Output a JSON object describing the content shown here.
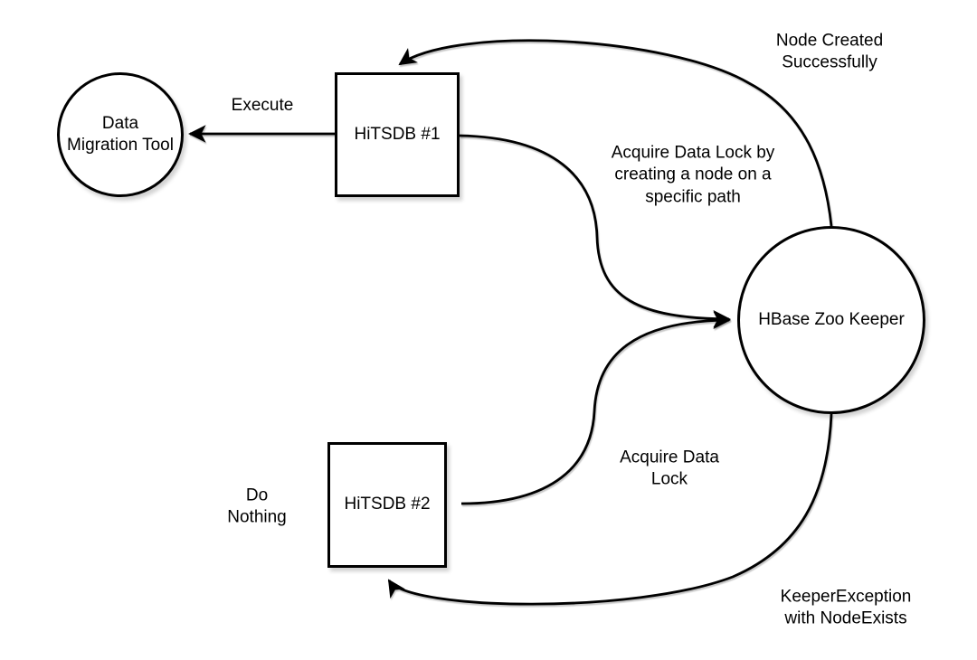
{
  "diagram": {
    "nodes": {
      "data_migration_tool": {
        "label": "Data\nMigration Tool",
        "shape": "circle"
      },
      "hitsdb_1": {
        "label": "HiTSDB #1",
        "shape": "rect"
      },
      "hbase_zookeeper": {
        "label": "HBase Zoo Keeper",
        "shape": "circle"
      },
      "hitsdb_2": {
        "label": "HiTSDB #2",
        "shape": "rect"
      }
    },
    "edges": {
      "execute": {
        "label": "Execute",
        "from": "hitsdb_1",
        "to": "data_migration_tool"
      },
      "node_created": {
        "label": "Node Created\nSuccessfully",
        "from": "hbase_zookeeper",
        "to": "hitsdb_1"
      },
      "acquire_lock_create": {
        "label": "Acquire Data Lock by\ncreating a node on a\nspecific path",
        "from": "hitsdb_1",
        "to": "hbase_zookeeper"
      },
      "acquire_lock": {
        "label": "Acquire Data\nLock",
        "from": "hitsdb_2",
        "to": "hbase_zookeeper"
      },
      "keeper_exception": {
        "label": "KeeperException\nwith NodeExists",
        "from": "hbase_zookeeper",
        "to": "hitsdb_2"
      }
    },
    "annotations": {
      "do_nothing": {
        "label": "Do\nNothing"
      }
    },
    "colors": {
      "stroke": "#000000",
      "background": "#ffffff",
      "text": "#000000"
    }
  }
}
